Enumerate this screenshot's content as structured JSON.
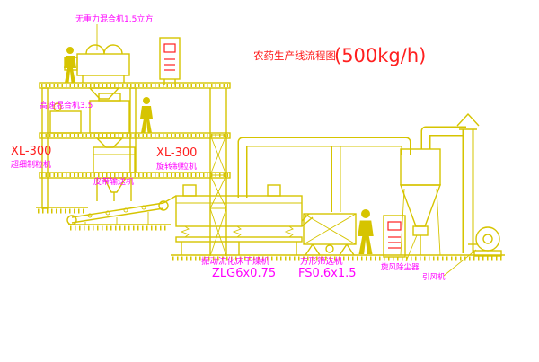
{
  "title": {
    "text": "农药生产线流程图",
    "capacity": "(500kg/h)"
  },
  "equipment_labels": {
    "top_mixer": "无重力混合机1.5立方",
    "high_speed_mixer": "高速混合机3.5",
    "granulator_left_model": "XL-300",
    "granulator_left_name": "超细制粒机",
    "granulator_right_model": "XL-300",
    "granulator_right_name": "旋转制粒机",
    "belt_conveyor": "皮带输送机",
    "dryer_name": "振动流化床干燥机",
    "dryer_model": "ZLG6x0.75",
    "sieve_name": "方形筛选机",
    "sieve_model": "FS0.6x1.5",
    "cyclone": "旋风除尘器",
    "fan": "引风机"
  },
  "colors": {
    "line": "#d6c400",
    "label": "#ff00ff",
    "accent": "#ff1f1f",
    "background": "#ffffff"
  }
}
